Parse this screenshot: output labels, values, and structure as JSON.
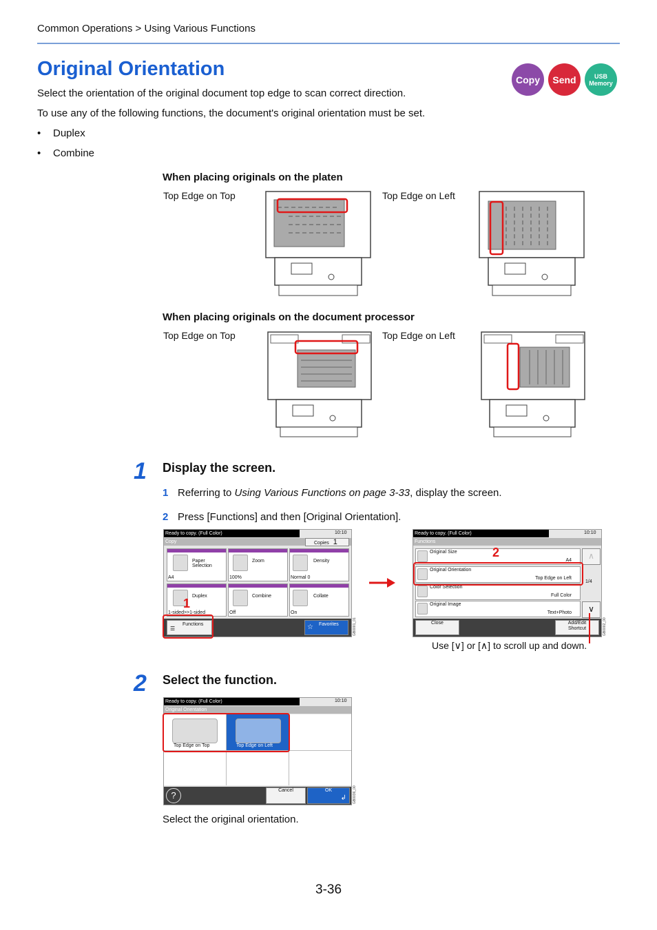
{
  "breadcrumb": "Common Operations > Using Various Functions",
  "title": "Original Orientation",
  "badges": {
    "copy": "Copy",
    "send": "Send",
    "usb_line1": "USB",
    "usb_line2": "Memory"
  },
  "intro": "Select the orientation of the original document top edge to scan correct direction.",
  "intro2": "To use any of the following functions, the document's original orientation must be set.",
  "bullets": [
    "Duplex",
    "Combine"
  ],
  "platen": {
    "heading": "When placing originals on the platen",
    "cap_top": "Top Edge on Top",
    "cap_left": "Top Edge on Left"
  },
  "processor": {
    "heading": "When placing originals on the document processor",
    "cap_top": "Top Edge on Top",
    "cap_left": "Top Edge on Left"
  },
  "step1": {
    "num": "1",
    "title": "Display the screen.",
    "sub1_n": "1",
    "sub1_pre": "Referring to ",
    "sub1_em": "Using Various Functions on page 3-33",
    "sub1_post": ", display the screen.",
    "sub2_n": "2",
    "sub2": "Press [Functions] and then [Original Orientation]."
  },
  "copy_panel": {
    "status": "Ready to copy. (Full Color)",
    "time": "10:10",
    "tab": "Copy",
    "copies_label": "Copies",
    "copies_val": "1",
    "tiles": [
      {
        "label": "Paper\nSelection",
        "value": "A4"
      },
      {
        "label": "Zoom",
        "value": "100%"
      },
      {
        "label": "Density",
        "value": "Normal 0"
      },
      {
        "label": "Duplex",
        "value": "1-sided>>1-sided"
      },
      {
        "label": "Combine",
        "value": "Off"
      },
      {
        "label": "Collate",
        "value": "On"
      }
    ],
    "functions": "Functions",
    "favorites": "Favorites",
    "code": "GB0001_01",
    "marker": "1"
  },
  "func_panel": {
    "status": "Ready to copy. (Full Color)",
    "time": "10:10",
    "tab": "Functions",
    "rows": [
      {
        "title": "Original Size",
        "value": "A4"
      },
      {
        "title": "Original Orientation",
        "value": "Top Edge on Left"
      },
      {
        "title": "Color Selection",
        "value": "Full Color"
      },
      {
        "title": "Original Image",
        "value": "Text+Photo"
      }
    ],
    "page": "1/4",
    "close": "Close",
    "addedit_1": "Add/Edit",
    "addedit_2": "Shortcut",
    "code": "GB0002_00",
    "marker": "2"
  },
  "scroll_note": "Use [∨] or [∧] to scroll up and down.",
  "step2": {
    "num": "2",
    "title": "Select the function."
  },
  "orient_panel": {
    "status": "Ready to copy. (Full Color)",
    "time": "10:10",
    "tab": "Original Orientation",
    "opt_top": "Top Edge on Top",
    "opt_left": "Top Edge on Left",
    "cancel": "Cancel",
    "ok": "OK",
    "code": "GB0036_00",
    "help": "?"
  },
  "step2_caption": "Select the original orientation.",
  "page_number": "3-36",
  "colors": {
    "accent": "#1a5fd1",
    "highlight": "#e01818",
    "copy": "#8c4aa8",
    "send": "#d8283a",
    "usb": "#2bb48f"
  }
}
